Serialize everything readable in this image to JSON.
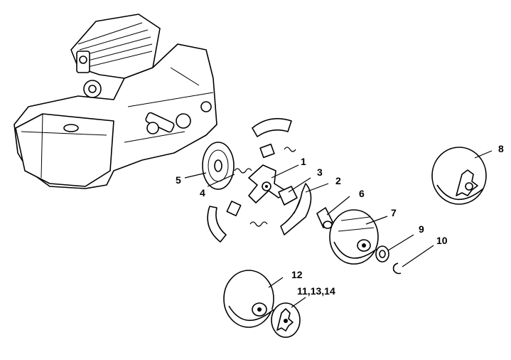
{
  "diagram": {
    "callouts": [
      {
        "id": "1",
        "label": "1"
      },
      {
        "id": "2",
        "label": "2"
      },
      {
        "id": "3",
        "label": "3"
      },
      {
        "id": "4",
        "label": "4"
      },
      {
        "id": "5",
        "label": "5"
      },
      {
        "id": "6",
        "label": "6"
      },
      {
        "id": "7",
        "label": "7"
      },
      {
        "id": "8",
        "label": "8"
      },
      {
        "id": "9",
        "label": "9"
      },
      {
        "id": "10",
        "label": "10"
      },
      {
        "id": "11",
        "label": "11,13,14"
      },
      {
        "id": "12",
        "label": "12"
      }
    ]
  }
}
